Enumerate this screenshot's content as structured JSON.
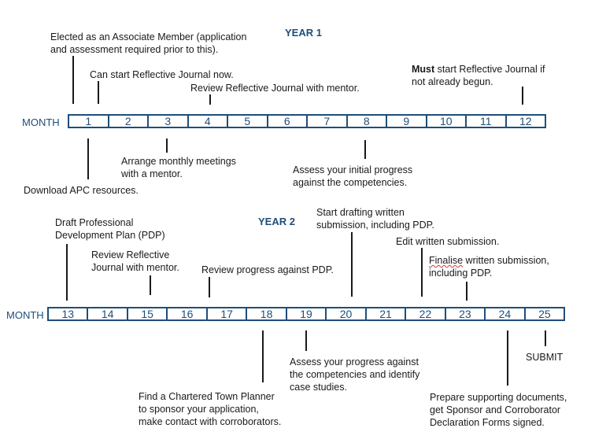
{
  "year1": {
    "title": "YEAR 1",
    "month_label": "MONTH",
    "months": [
      "1",
      "2",
      "3",
      "4",
      "5",
      "6",
      "7",
      "8",
      "9",
      "10",
      "11",
      "12"
    ],
    "notes_above": [
      {
        "lines": [
          "Elected as an Associate Member (application",
          "and assessment required prior to this)."
        ]
      },
      {
        "lines": [
          "Can start Reflective Journal now."
        ]
      },
      {
        "lines": [
          "Review Reflective Journal with mentor."
        ]
      },
      {
        "bold": "Must",
        "rest": " start Reflective Journal if",
        "line2": "not already begun."
      }
    ],
    "notes_below": [
      {
        "lines": [
          "Download APC resources."
        ]
      },
      {
        "lines": [
          "Arrange monthly meetings",
          "with a mentor."
        ]
      },
      {
        "lines": [
          "Assess your initial progress",
          "against the competencies."
        ]
      }
    ]
  },
  "year2": {
    "title": "YEAR 2",
    "month_label": "MONTH",
    "months": [
      "13",
      "14",
      "15",
      "16",
      "17",
      "18",
      "19",
      "20",
      "21",
      "22",
      "23",
      "24",
      "25"
    ],
    "notes_above": [
      {
        "lines": [
          "Draft Professional",
          "Development Plan (PDP)"
        ]
      },
      {
        "lines": [
          "Review Reflective",
          "Journal with mentor."
        ]
      },
      {
        "lines": [
          "Review progress against PDP."
        ]
      },
      {
        "lines": [
          "Start drafting written",
          "submission, including PDP."
        ]
      },
      {
        "lines": [
          "Edit written submission."
        ]
      },
      {
        "first_word": "Finalise",
        "rest": " written submission,",
        "line2": "including PDP."
      }
    ],
    "notes_below": [
      {
        "lines": [
          "Find a Chartered Town Planner",
          "to sponsor your application,",
          "make contact with corroborators."
        ]
      },
      {
        "lines": [
          "Assess your progress against",
          "the competencies and identify",
          "case studies."
        ]
      },
      {
        "lines": [
          "SUBMIT"
        ]
      },
      {
        "lines": [
          "Prepare supporting documents,",
          "get Sponsor and Corroborator",
          "Declaration Forms signed."
        ]
      }
    ]
  }
}
